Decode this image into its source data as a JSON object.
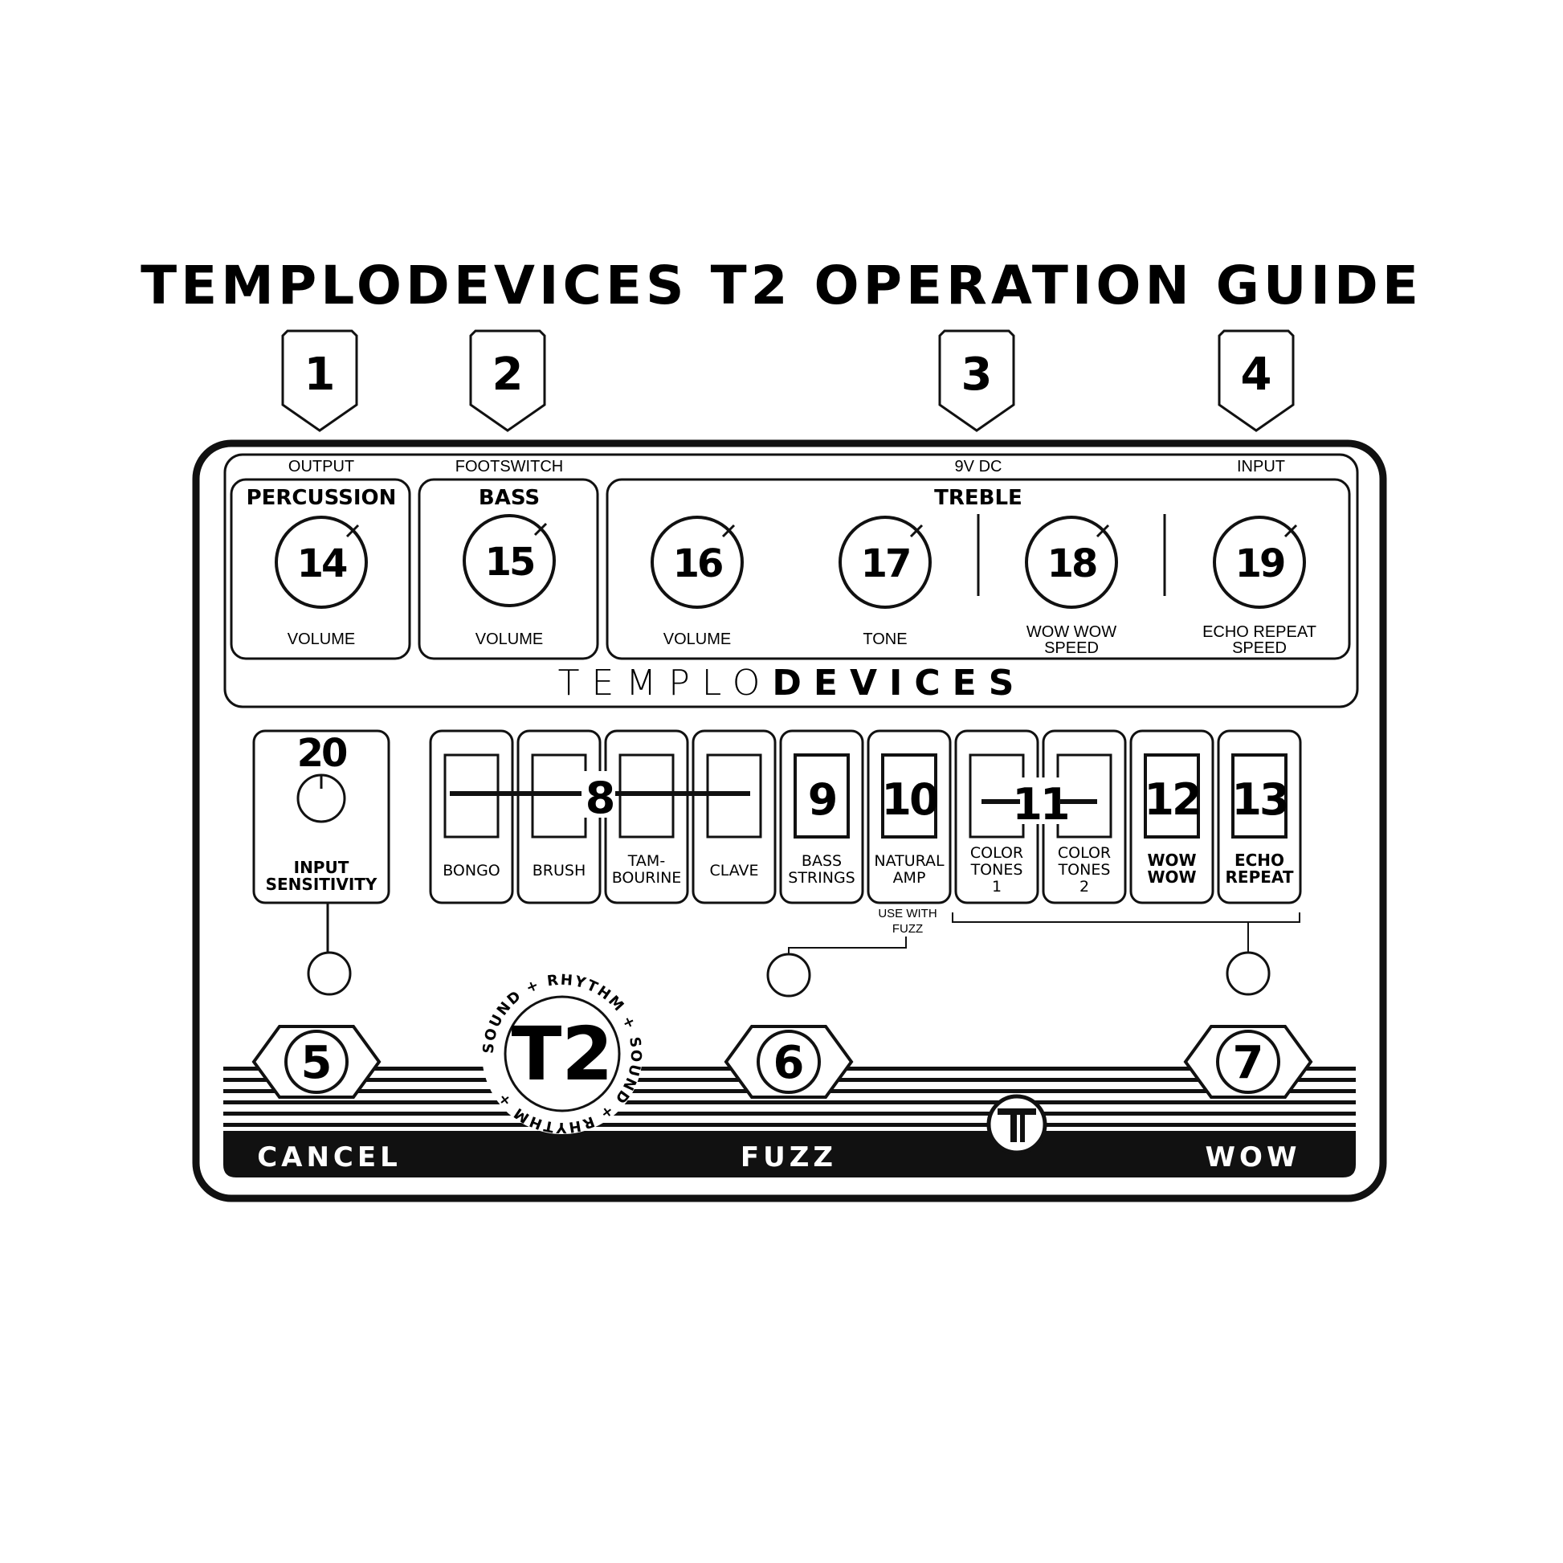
{
  "title": "TEMPLODEVICES T2 OPERATION GUIDE",
  "callouts": [
    {
      "number": "1",
      "label": "OUTPUT"
    },
    {
      "number": "2",
      "label": "FOOTSWITCH"
    },
    {
      "number": "3",
      "label": "9V DC"
    },
    {
      "number": "4",
      "label": "INPUT"
    }
  ],
  "sections": {
    "percussion": "PERCUSSION",
    "bass": "BASS",
    "treble": "TREBLE"
  },
  "knobs": [
    {
      "number": "14",
      "label": "VOLUME"
    },
    {
      "number": "15",
      "label": "VOLUME"
    },
    {
      "number": "16",
      "label": "VOLUME"
    },
    {
      "number": "17",
      "label": "TONE"
    },
    {
      "number": "18",
      "label_line1": "WOW WOW",
      "label_line2": "SPEED"
    },
    {
      "number": "19",
      "label_line1": "ECHO REPEAT",
      "label_line2": "SPEED"
    }
  ],
  "brand": {
    "part1": "TEMPLO",
    "part2": "DEVICES"
  },
  "input_sensitivity": {
    "number": "20",
    "label_line1": "INPUT",
    "label_line2": "SENSITIVITY"
  },
  "switches": [
    {
      "label_line1": "BONGO",
      "label_line2": ""
    },
    {
      "label_line1": "BRUSH",
      "label_line2": ""
    },
    {
      "label_line1": "TAM-",
      "label_line2": "BOURINE"
    },
    {
      "label_line1": "CLAVE",
      "label_line2": ""
    },
    {
      "number": "9",
      "label_line1": "BASS",
      "label_line2": "STRINGS"
    },
    {
      "number": "10",
      "label_line1": "NATURAL",
      "label_line2": "AMP"
    },
    {
      "label_line1": "COLOR",
      "label_line2": "TONES",
      "label_line3": "1"
    },
    {
      "label_line1": "COLOR",
      "label_line2": "TONES",
      "label_line3": "2"
    },
    {
      "number": "12",
      "label_line1": "WOW",
      "label_line2": "WOW"
    },
    {
      "number": "13",
      "label_line1": "ECHO",
      "label_line2": "REPEAT"
    }
  ],
  "group_numbers": {
    "percussion_group": "8",
    "color_tones_group": "11"
  },
  "note": {
    "line1": "USE WITH",
    "line2": "FUZZ"
  },
  "footswitches": [
    {
      "number": "5",
      "label": "CANCEL"
    },
    {
      "number": "6",
      "label": "FUZZ"
    },
    {
      "number": "7",
      "label": "WOW"
    }
  ],
  "logo": {
    "mark": "T2",
    "ring_text": "SOUND + RHYTHM + SOUND + RHYTHM +"
  },
  "colors": {
    "ink": "#111111",
    "paper": "#ffffff"
  }
}
